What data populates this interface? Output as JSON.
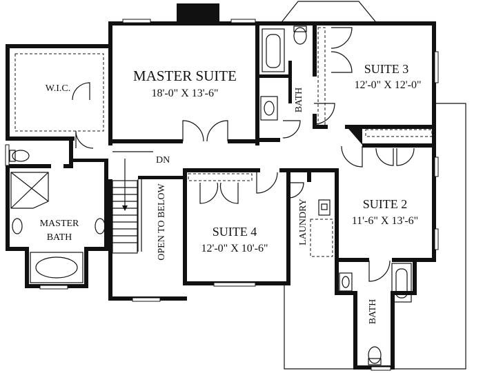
{
  "rooms": {
    "master_suite": {
      "name": "MASTER SUITE",
      "size": "18'-0\" X 13'-6\""
    },
    "suite3": {
      "name": "SUITE 3",
      "size": "12'-0\" X 12'-0\""
    },
    "suite2": {
      "name": "SUITE 2",
      "size": "11'-6\" X 13'-6\""
    },
    "suite4": {
      "name": "SUITE 4",
      "size": "12'-0\" X 10'-6\""
    },
    "wic": {
      "name": "W.I.C."
    },
    "master_bath": {
      "line1": "MASTER",
      "line2": "BATH"
    },
    "bath_upper": {
      "name": "BATH"
    },
    "bath_lower": {
      "name": "BATH"
    },
    "laundry": {
      "name": "LAUNDRY"
    },
    "open_below": {
      "name": "OPEN TO BELOW"
    },
    "stair": {
      "label": "DN"
    }
  },
  "colors": {
    "wall": "#111111",
    "background": "#ffffff"
  }
}
